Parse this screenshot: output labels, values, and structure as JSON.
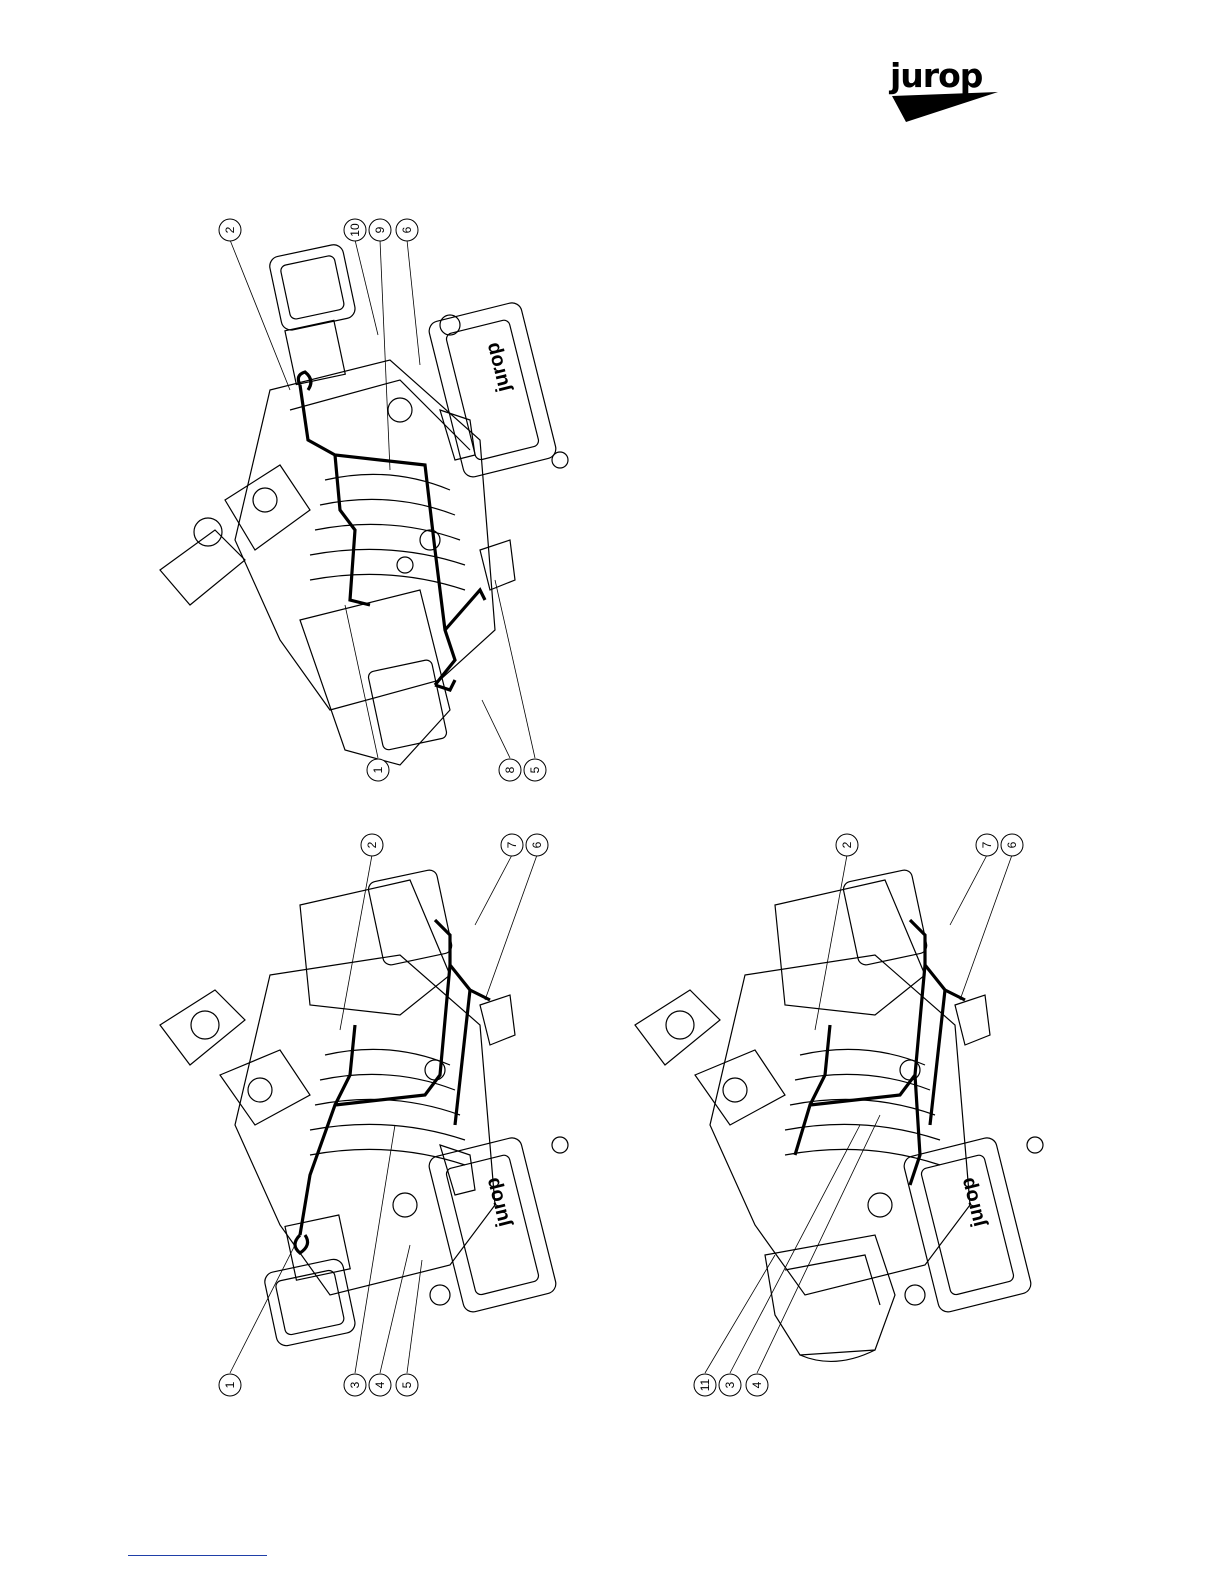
{
  "brand": {
    "name": "jurop"
  },
  "figures": [
    {
      "id": "top",
      "labels": [
        "2",
        "10",
        "9",
        "6",
        "1",
        "8",
        "5"
      ]
    },
    {
      "id": "bottom-left",
      "labels": [
        "2",
        "7",
        "6",
        "1",
        "3",
        "4",
        "5"
      ]
    },
    {
      "id": "bottom-right",
      "labels": [
        "2",
        "7",
        "6",
        "11",
        "3",
        "4"
      ]
    }
  ],
  "colors": {
    "line": "#000000",
    "footer_rule": "#1f3fa8"
  }
}
